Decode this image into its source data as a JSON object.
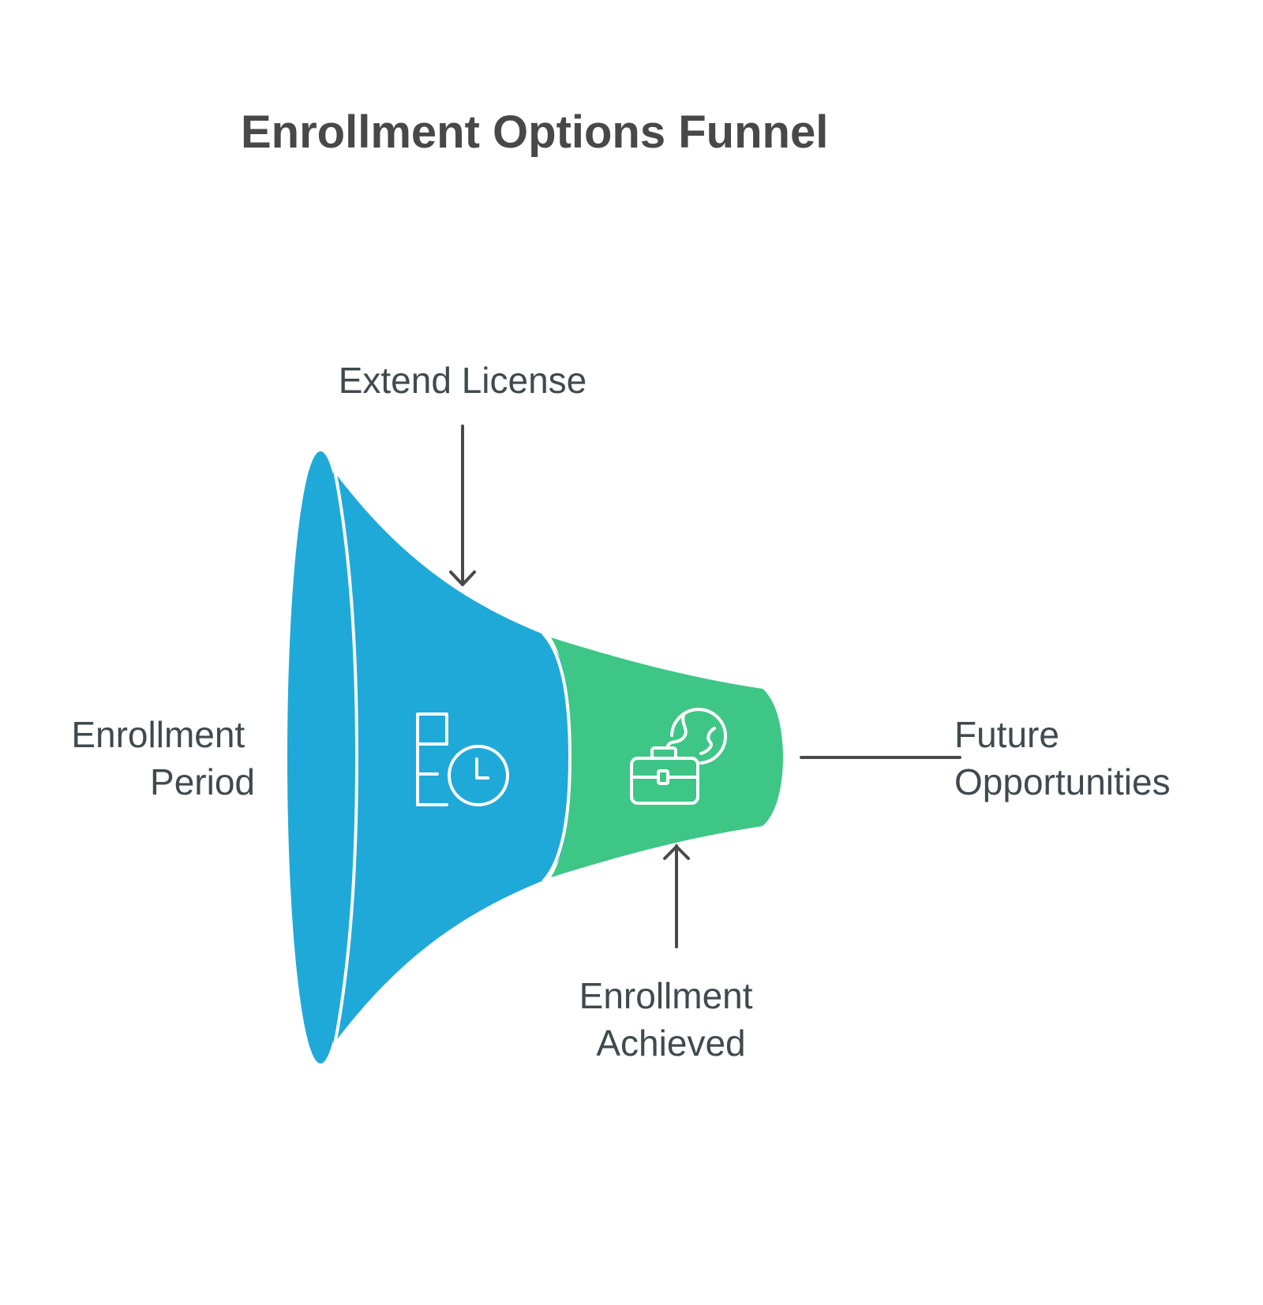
{
  "title": "Enrollment Options Funnel",
  "colors": {
    "background": "#ffffff",
    "stage_1": "#1fa9d9",
    "stage_2": "#3ec686",
    "connector": "#4a4a4a",
    "label_text": "#3f4a4f",
    "title_text": "#484848"
  },
  "stages": [
    {
      "icon": "calendar-clock-icon"
    },
    {
      "icon": "briefcase-globe-icon"
    }
  ],
  "labels": {
    "extend_license": "Extend License",
    "enrollment_period": [
      "Enrollment",
      "Period"
    ],
    "future_opportunities": [
      "Future",
      "Opportunities"
    ],
    "enrollment_achieved": [
      "Enrollment",
      "Achieved"
    ]
  }
}
